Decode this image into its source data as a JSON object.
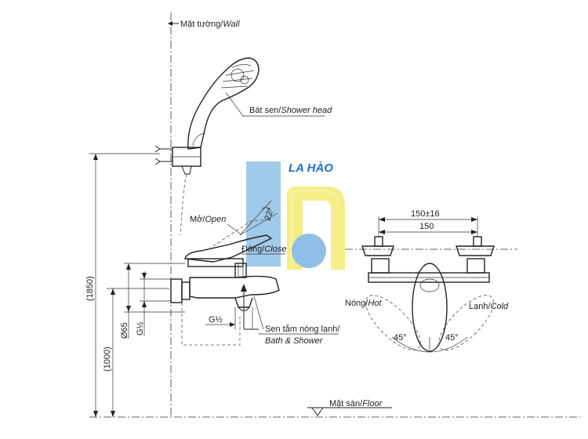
{
  "labels": {
    "wall": "Mặt tường/",
    "wall_en": "Wall",
    "shower_head": "Bát sen/",
    "shower_head_en": "Shower head",
    "open": "Mở/",
    "open_en": "Open",
    "close": "Đóng/",
    "close_en": "Close",
    "bath_shower": "Sen tắm nóng lạnh/",
    "bath_shower_en": "Bath & Shower",
    "hot": "Nóng/",
    "hot_en": "Hot",
    "cold": "Lạnh/",
    "cold_en": "Cold",
    "floor": "Mặt sàn/",
    "floor_en": "Floor"
  },
  "dimensions": {
    "height_total": "(1850)",
    "height_spout": "(1000)",
    "dia": "Ø65",
    "thread_left": "G½",
    "thread_bottom": "G½",
    "angle_handle": "22°",
    "spacing_tol": "150±16",
    "spacing": "150",
    "angle_hot": "45°",
    "angle_cold": "45°"
  },
  "watermark": {
    "text": "LA HÀO",
    "color_text": "#1f6fd1",
    "color_blue": "#8fbfe6",
    "color_yellow": "#f3ec7a"
  }
}
